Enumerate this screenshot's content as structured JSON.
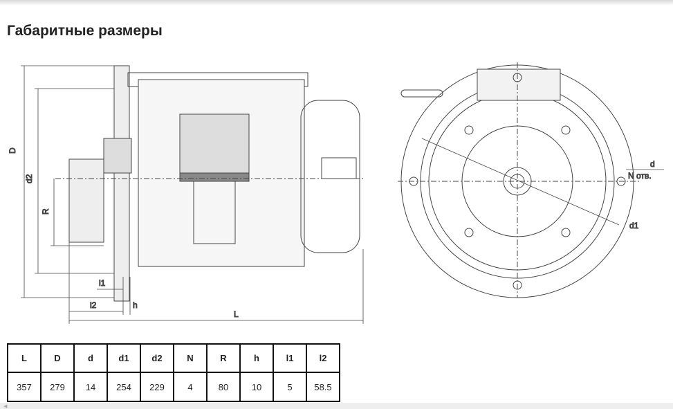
{
  "section_title": "Габаритные размеры",
  "drawing_labels": {
    "D": "D",
    "d2": "d2",
    "R": "R",
    "l1": "l1",
    "l2": "l2",
    "h": "h",
    "L": "L",
    "d": "d",
    "N": "N отв.",
    "d1": "d1"
  },
  "table": {
    "headers": [
      "L",
      "D",
      "d",
      "d1",
      "d2",
      "N",
      "R",
      "h",
      "l1",
      "l2"
    ],
    "values": [
      "357",
      "279",
      "14",
      "254",
      "229",
      "4",
      "80",
      "10",
      "5",
      "58.5"
    ]
  }
}
